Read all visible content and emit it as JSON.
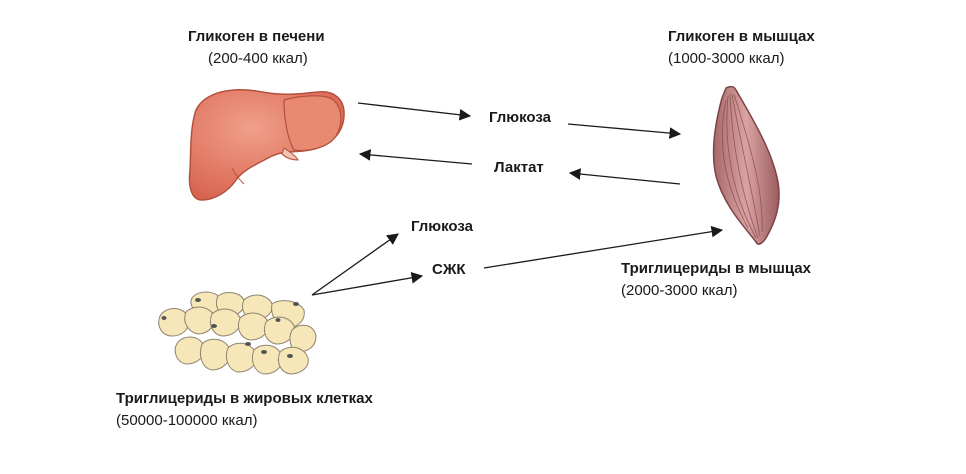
{
  "nodes": {
    "liver": {
      "title": "Гликоген в печени",
      "amount": "(200-400 ккал)"
    },
    "muscle": {
      "title": "Гликоген в мышцах",
      "amount": "(1000-3000 ккал)"
    },
    "muscle_tg": {
      "title": "Триглицериды в мышцах",
      "amount": "(2000-3000 ккал)"
    },
    "adipose": {
      "title": "Триглицериды в жировых клетках",
      "amount": "(50000-100000 ккал)"
    }
  },
  "flows": {
    "glucose_top": "Глюкоза",
    "lactate": "Лактат",
    "glucose_fat": "Глюкоза",
    "ffa": "СЖК"
  },
  "colors": {
    "liver": "#e27a62",
    "liver_dark": "#c8533f",
    "muscle": "#c98a8a",
    "muscle_dark": "#8e4f52",
    "fat": "#f7e7b8",
    "fat_dark": "#8e8470",
    "arrow": "#1a1a1a"
  }
}
